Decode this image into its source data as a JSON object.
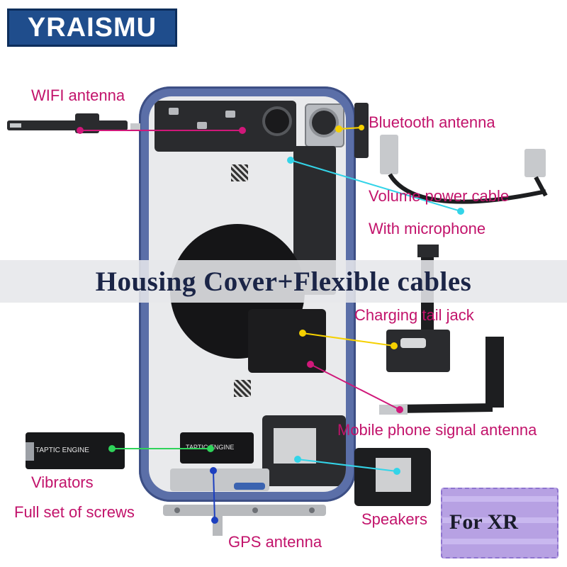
{
  "brand": {
    "name": "YRAISMU"
  },
  "banner": {
    "title": "Housing Cover+Flexible cables"
  },
  "labels": {
    "wifi": "WIFI antenna",
    "bluetooth": "Bluetooth antenna",
    "volume": "Volume power cable",
    "microphone": "With microphone",
    "charging": "Charging tail jack",
    "signal": "Mobile phone signal antenna",
    "vibrators": "Vibrators",
    "screws": "Full set of screws",
    "gps": "GPS  antenna",
    "speakers": "Speakers"
  },
  "badge": {
    "text": "For XR"
  },
  "part_text": {
    "taptic_outside": "TAPTIC ENGINE",
    "taptic_inside": "TAPTIC ENGINE"
  },
  "colors": {
    "label": "#c2136b",
    "brand_bg": "#1f4d8c",
    "banner_text": "#1b2547",
    "phone_frame": "#5b6fa8",
    "leader_magenta": "#d0187a",
    "leader_yellow": "#f5d000",
    "leader_cyan": "#33d4e8",
    "leader_green": "#2fd35a",
    "leader_blue": "#1c3fbf"
  }
}
